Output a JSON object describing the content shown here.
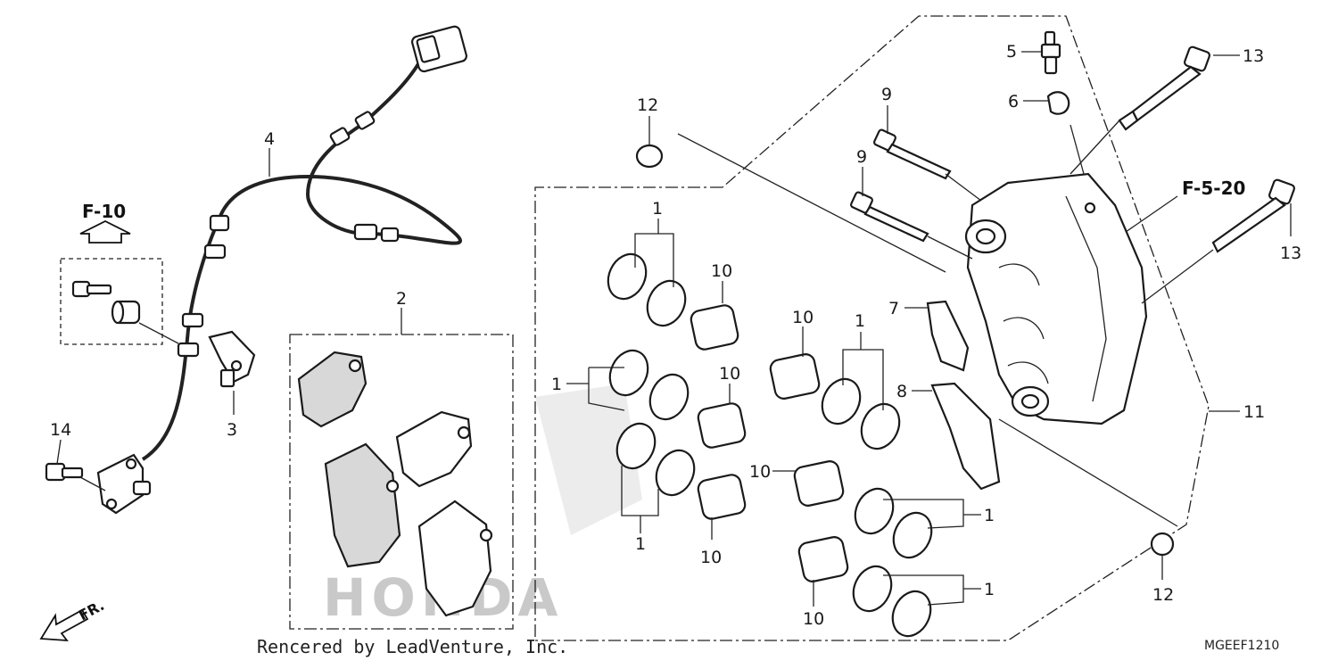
{
  "references": {
    "f10": "F-10",
    "f520": "F-5-20"
  },
  "callouts": [
    {
      "id": "c1a",
      "text": "1"
    },
    {
      "id": "c1b",
      "text": "1"
    },
    {
      "id": "c1c",
      "text": "1"
    },
    {
      "id": "c1d",
      "text": "1"
    },
    {
      "id": "c1e",
      "text": "1"
    },
    {
      "id": "c1f",
      "text": "1"
    },
    {
      "id": "c2",
      "text": "2"
    },
    {
      "id": "c3",
      "text": "3"
    },
    {
      "id": "c4",
      "text": "4"
    },
    {
      "id": "c5",
      "text": "5"
    },
    {
      "id": "c6",
      "text": "6"
    },
    {
      "id": "c7",
      "text": "7"
    },
    {
      "id": "c8",
      "text": "8"
    },
    {
      "id": "c9a",
      "text": "9"
    },
    {
      "id": "c9b",
      "text": "9"
    },
    {
      "id": "c10a",
      "text": "10"
    },
    {
      "id": "c10b",
      "text": "10"
    },
    {
      "id": "c10c",
      "text": "10"
    },
    {
      "id": "c10d",
      "text": "10"
    },
    {
      "id": "c10e",
      "text": "10"
    },
    {
      "id": "c10f",
      "text": "10"
    },
    {
      "id": "c11",
      "text": "11"
    },
    {
      "id": "c12a",
      "text": "12"
    },
    {
      "id": "c12b",
      "text": "12"
    },
    {
      "id": "c13a",
      "text": "13"
    },
    {
      "id": "c13b",
      "text": "13"
    },
    {
      "id": "c14",
      "text": "14"
    }
  ],
  "credit": "Rencered by LeadVenture, Inc.",
  "figure_code": "MGEEF1210",
  "watermark": "HONDA",
  "direction_label": "FR.",
  "icons": [
    "front-direction-arrow-icon",
    "reference-arrow-icon"
  ]
}
